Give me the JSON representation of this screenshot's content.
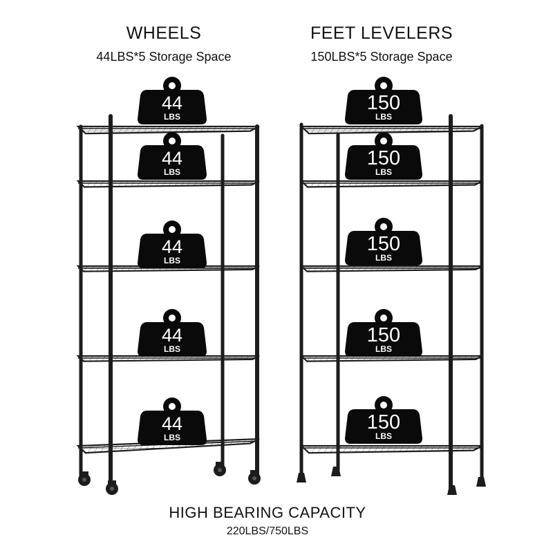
{
  "left": {
    "title": "WHEELS",
    "subtitle": "44LBS*5 Storage Space",
    "weight_value": "44",
    "weight_unit": "LBS",
    "shelf_count": 5
  },
  "right": {
    "title": "FEET LEVELERS",
    "subtitle": "150LBS*5 Storage Space",
    "weight_value": "150",
    "weight_unit": "LBS",
    "shelf_count": 5
  },
  "footer": {
    "title": "HIGH BEARING CAPACITY",
    "subtitle": "220LBS/750LBS"
  },
  "colors": {
    "rack": "#1c1c1c",
    "weight": "#0a0a0a",
    "background": "#ffffff"
  }
}
